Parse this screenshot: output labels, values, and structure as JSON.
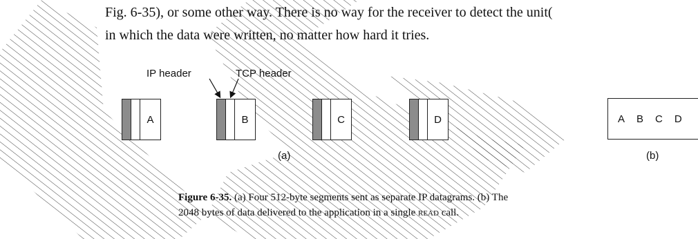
{
  "body_text": {
    "line1": "Fig. 6-35), or some other way.  There is no way for the receiver to detect the unit(",
    "line2": "in which the data were written, no matter how hard it tries."
  },
  "figure": {
    "labels": {
      "ip_header": "IP header",
      "tcp_header": "TCP header",
      "part_a": "(a)",
      "part_b": "(b)"
    },
    "segments": [
      {
        "data": "A"
      },
      {
        "data": "B"
      },
      {
        "data": "C"
      },
      {
        "data": "D"
      }
    ],
    "delivered": [
      "A",
      "B",
      "C",
      "D"
    ],
    "colors": {
      "ip_header_fill": "#8c8c8c",
      "hatch": "#222222"
    }
  },
  "caption": {
    "label": "Figure 6-35.",
    "line1": "(a) Four 512-byte segments sent as separate IP datagrams.  (b) The",
    "line2_pre": "2048 bytes of data delivered to the application in a single",
    "call": "read",
    "line2_post": "call."
  }
}
